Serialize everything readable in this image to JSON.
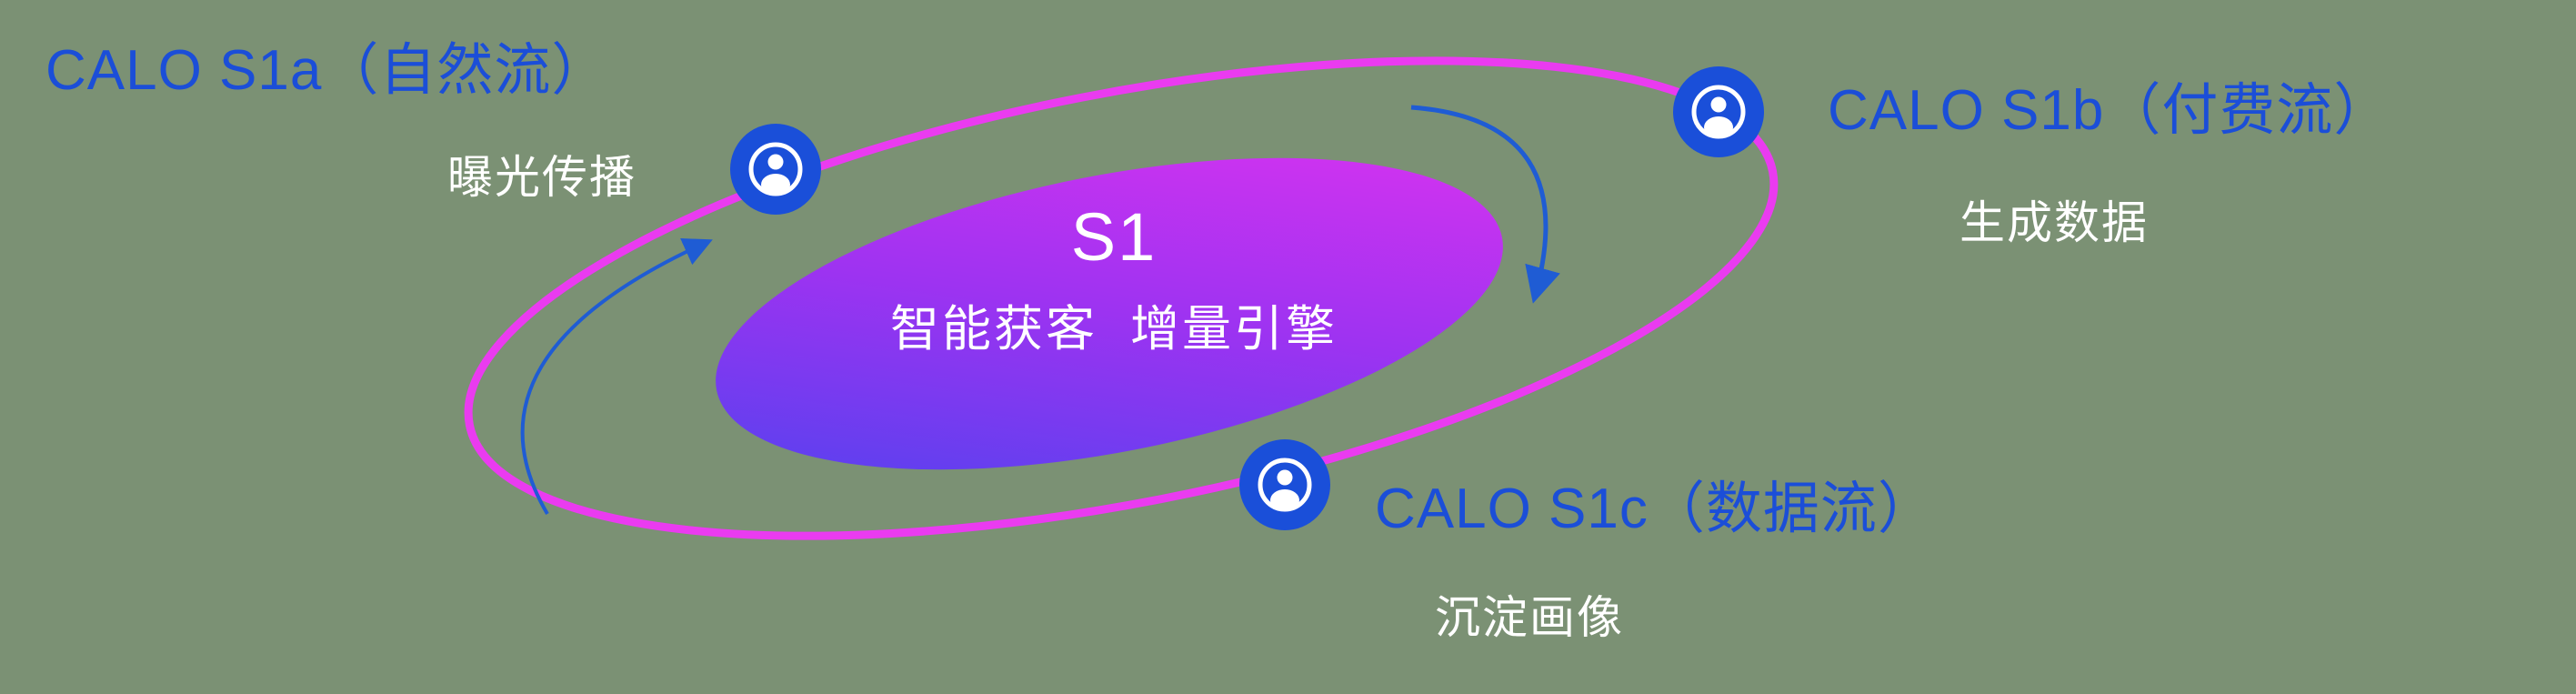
{
  "background_color": "#7b9174",
  "colors": {
    "label_blue": "#1b4ed8",
    "icon_blue": "#1a4fd9",
    "orbit_pink": "#ea3bf0",
    "core_gradient_start": "#4b44ee",
    "core_gradient_mid": "#9c33f1",
    "core_gradient_end": "#e033f0",
    "arrow_blue": "#1f5cd4",
    "text_white": "#ffffff"
  },
  "center": {
    "title": "S1",
    "subtitle": "智能获客  增量引擎"
  },
  "nodes": [
    {
      "id": "calo-s1a",
      "title": "CALO S1a（自然流）",
      "subtitle": "曝光传播"
    },
    {
      "id": "calo-s1b",
      "title": "CALO S1b（付费流）",
      "subtitle": "生成数据"
    },
    {
      "id": "calo-s1c",
      "title": "CALO S1c（数据流）",
      "subtitle": "沉淀画像"
    }
  ]
}
